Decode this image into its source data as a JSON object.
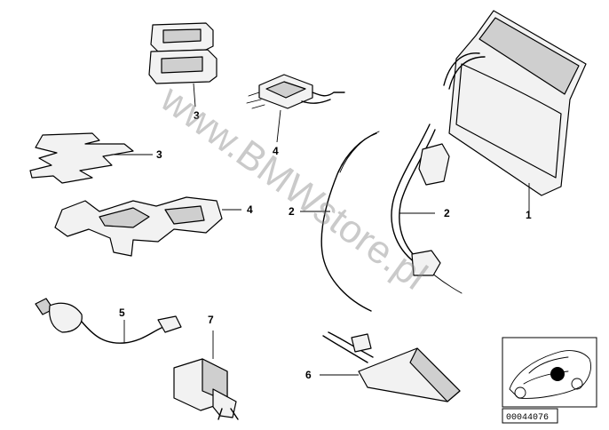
{
  "diagram": {
    "watermark": "www.BMWstore.pl",
    "reference_code": "00044076",
    "callouts": [
      {
        "id": "c1",
        "label": "1"
      },
      {
        "id": "c2a",
        "label": "2"
      },
      {
        "id": "c2b",
        "label": "2"
      },
      {
        "id": "c3a",
        "label": "3"
      },
      {
        "id": "c3b",
        "label": "3"
      },
      {
        "id": "c4a",
        "label": "4"
      },
      {
        "id": "c4b",
        "label": "4"
      },
      {
        "id": "c5",
        "label": "5"
      },
      {
        "id": "c6",
        "label": "6"
      },
      {
        "id": "c7",
        "label": "7"
      }
    ],
    "colors": {
      "line": "#000000",
      "fill_light": "#f2f2f2",
      "fill_mid": "#cfcfcf",
      "watermark": "#8a8a8a",
      "highlight_dot": "#000000"
    }
  }
}
